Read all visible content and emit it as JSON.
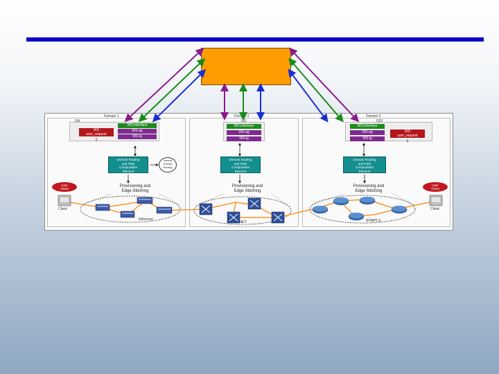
{
  "colors": {
    "title_bar": "#0d00cc",
    "orange_box": "#ff9d00",
    "arrow_purple": "#8b1a8b",
    "arrow_green": "#1a8a1a",
    "arrow_blue": "#1a2ed0",
    "ws_green": "#1d8a1d",
    "ws_purple": "#7d2b8e",
    "ws_red": "#b5161c",
    "teal": "#138f8f",
    "red_client": "#c0181e",
    "link_orange": "#ff8000"
  },
  "domains": {
    "d1": {
      "title": "Domain 1",
      "sub": "GA",
      "ws_top": "WS-interface",
      "ws_mid": "WS-ag",
      "ws_bot": "WS-lg",
      "ws_req": "WS\nuser_request",
      "engine": "Domain Routing\nand Path\nComputation\nElement",
      "provisioning": "Provisioning and\nEdge Stitching",
      "network": "Ethernet",
      "client": "Client"
    },
    "d2": {
      "title": "Domain 2",
      "sub": "GD",
      "ws_top": "WS-interface",
      "ws_mid": "WS-ag",
      "ws_bot": "WS-lg",
      "engine": "Domain Routing\nand Path\nComputation\nElement",
      "provisioning": "Provisioning and\nEdge Stitching",
      "network": "SONET"
    },
    "d3": {
      "title": "Domain 3",
      "sub": "GDI",
      "ws_top": "WS-interface",
      "ws_mid": "WS-ag",
      "ws_bot": "WS-lg",
      "ws_req": "WS\nuser_request",
      "engine": "Domain Routing\nand Path\nComputation\nElement",
      "provisioning": "Provisioning and\nEdge Stitching",
      "network": "IP/MPLS",
      "client": "Client"
    }
  },
  "bubble": "Internal\nDomain\nRouting",
  "user_client_left": "User\nClient",
  "user_client_right": "User\nClient"
}
